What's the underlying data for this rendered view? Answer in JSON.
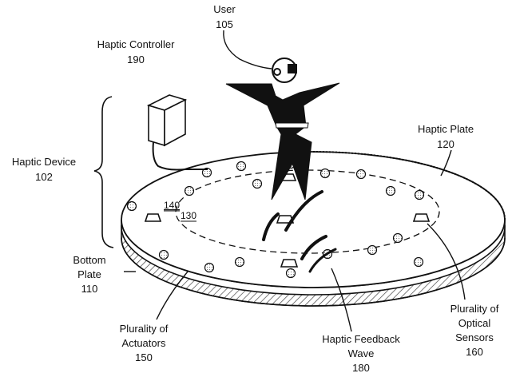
{
  "labels": {
    "user": {
      "name": "User",
      "ref": "105"
    },
    "haptic_controller": {
      "name": "Haptic Controller",
      "ref": "190"
    },
    "haptic_device": {
      "name": "Haptic Device",
      "ref": "102"
    },
    "haptic_plate": {
      "name": "Haptic Plate",
      "ref": "120"
    },
    "bottom_plate": {
      "line1": "Bottom",
      "line2": "Plate",
      "ref": "110"
    },
    "actuators": {
      "line1": "Plurality of",
      "line2": "Actuators",
      "ref": "150"
    },
    "feedback_wave": {
      "line1": "Haptic Feedback",
      "line2": "Wave",
      "ref": "180"
    },
    "optical_sensors": {
      "line1": "Plurality of",
      "line2": "Optical",
      "line3": "Sensors",
      "ref": "160"
    },
    "ref_140": "140",
    "ref_130": "130"
  },
  "colors": {
    "ink": "#111111",
    "background": "#ffffff",
    "hatch": "#555555"
  }
}
